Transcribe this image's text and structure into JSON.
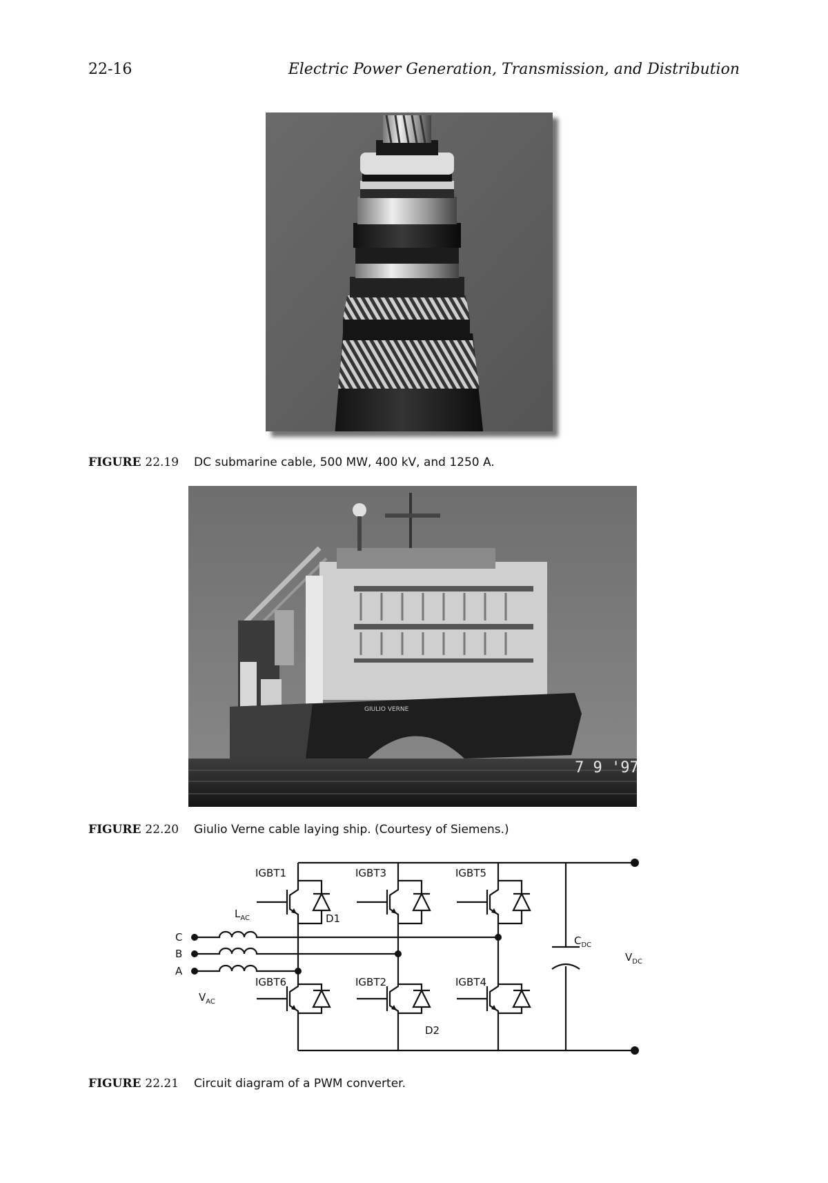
{
  "header": {
    "page_number": "22-16",
    "running_head": "Electric Power Generation, Transmission, and Distribution"
  },
  "figures": [
    {
      "label": "FIGURE",
      "number": "22.19",
      "caption": "DC submarine cable, 500 MW, 400 kV, and 1250 A."
    },
    {
      "label": "FIGURE",
      "number": "22.20",
      "caption": "Giulio Verne cable laying ship. (Courtesy of Siemens.)",
      "photo_text": {
        "hull_name": "GIULIO VERNE",
        "date_stamp": "7  9 '97"
      }
    },
    {
      "label": "FIGURE",
      "number": "22.21",
      "caption": "Circuit diagram of a PWM converter.",
      "diagram": {
        "switches": [
          "IGBT1",
          "IGBT3",
          "IGBT5",
          "IGBT6",
          "IGBT2",
          "IGBT4"
        ],
        "diode_labels": [
          "D1",
          "D2"
        ],
        "phases": [
          "C",
          "B",
          "A"
        ],
        "inductor_label": "L",
        "inductor_sub": "AC",
        "capacitor_label": "C",
        "capacitor_sub": "DC",
        "vac_label": "V",
        "vac_sub": "AC",
        "vdc_label": "V",
        "vdc_sub": "DC"
      }
    }
  ]
}
